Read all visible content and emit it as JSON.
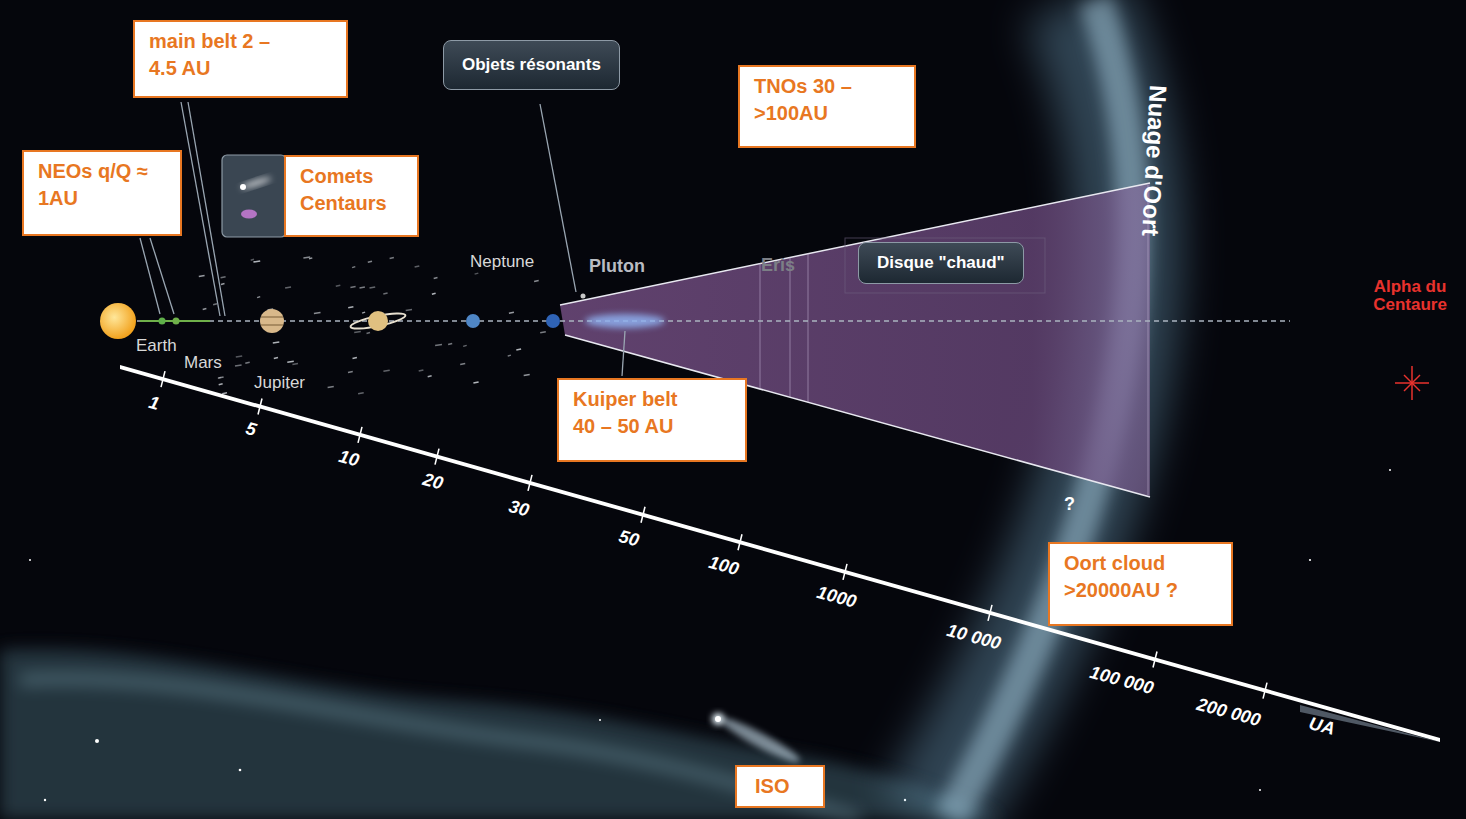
{
  "diagram": {
    "nodes": [
      {
        "text": [
          "main belt 2 – 4.5 AU"
        ]
      },
      {
        "text": [
          "NEOs q/Q ≈ 1AU"
        ]
      },
      {
        "text": [
          "Comets Centaurs"
        ]
      },
      {
        "text": [
          "Objets résonants"
        ]
      },
      {
        "text": [
          "TNOs 30 – >100AU"
        ]
      },
      {
        "text": [
          "Disque \"chaud\""
        ]
      },
      {
        "text": [
          "Kuiper belt 40 – 50 AU"
        ]
      },
      {
        "text": [
          "Oort cloud >20000AU ?"
        ]
      },
      {
        "text": [
          "ISO"
        ]
      }
    ],
    "labels": [
      "Neptune",
      "Pluton",
      "Eris",
      "Nuage d'Oort",
      "Alpha du Centaure",
      "Earth",
      "Mars",
      "Jupiter",
      "1",
      "5",
      "10",
      "20",
      "30",
      "50",
      "100",
      "1000",
      "10 000",
      "100 000",
      "200 000",
      "UA",
      "?"
    ]
  }
}
